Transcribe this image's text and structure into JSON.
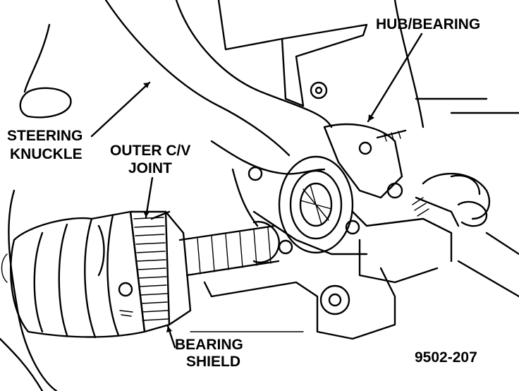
{
  "labels": {
    "hub_bearing": "HUB/BEARING",
    "steering_knuckle_line1": "STEERING",
    "steering_knuckle_line2": "KNUCKLE",
    "outer_cv_joint_line1": "OUTER C/V",
    "outer_cv_joint_line2": "JOINT",
    "bearing_shield_line1": "BEARING",
    "bearing_shield_line2": "SHIELD",
    "figure_number": "9502-207"
  }
}
